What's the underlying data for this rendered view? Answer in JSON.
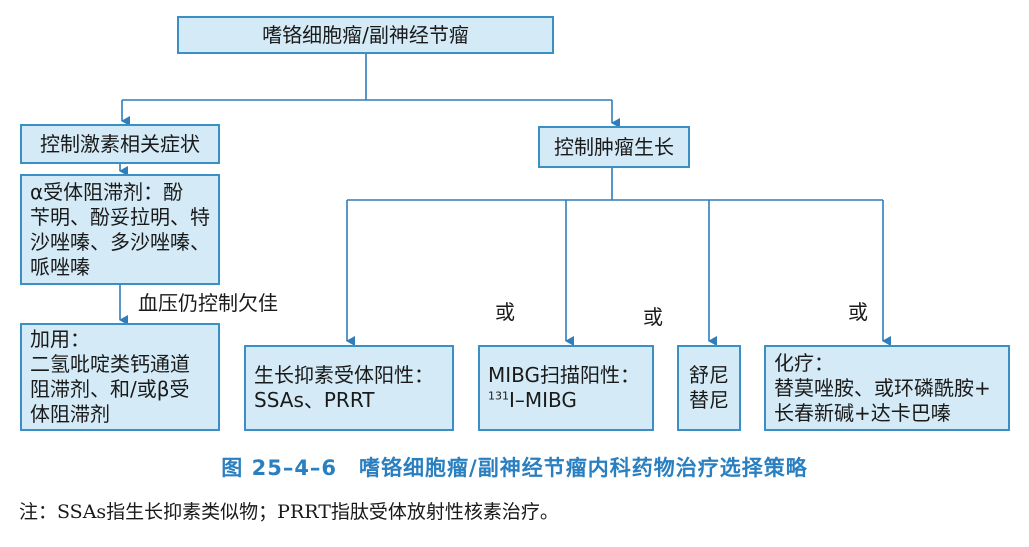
{
  "diagram": {
    "root": "嗜铬细胞瘤/副神经节瘤",
    "hormone_branch": {
      "title": "控制激素相关症状",
      "step1": "α受体阻滞剂：酚\n苄明、酚妥拉明、特\n沙唑嗪、多沙唑嗪、\n哌唑嗪",
      "condition": "血压仍控制欠佳",
      "step2": "加用：\n二氢吡啶类钙通道\n阻滞剂、和/或β受\n体阻滞剂"
    },
    "tumor_branch": {
      "title": "控制肿瘤生长",
      "or_label": "或",
      "options": {
        "ssa": {
          "line1": "生长抑素受体阳性：",
          "line2": "SSAs、PRRT"
        },
        "mibg": {
          "line1": "MIBG扫描阳性：",
          "sup": "131",
          "line2": "I–MIBG"
        },
        "sunitinib": "舒尼\n替尼",
        "chemo": "化疗：\n替莫唑胺、或环磷酰胺+\n长春新碱+达卡巴嗪"
      }
    }
  },
  "caption": "图 25–4–6　嗜铬细胞瘤/副神经节瘤内科药物治疗选择策略",
  "footnote": "注：SSAs指生长抑素类似物；PRRT指肽受体放射性核素治疗。",
  "colors": {
    "box_fill": "#d4ebf7",
    "box_border": "#3a8fc4",
    "line": "#2f7dbb",
    "caption": "#2a7fc0"
  }
}
